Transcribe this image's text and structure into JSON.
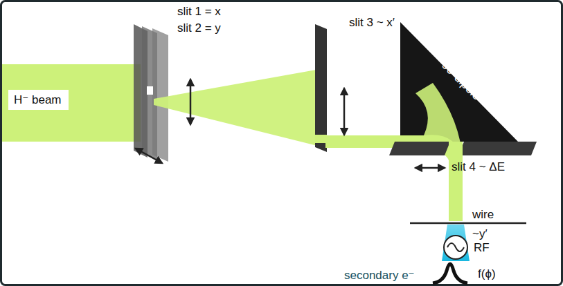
{
  "diagram": {
    "nodes": [
      {
        "text": [
          "H⁻ beam"
        ]
      }
    ],
    "labels": [
      "slit 1 = x",
      "slit 2 = y",
      "slit 3 ~ x′",
      "90°dipole",
      "slit 4 ~ ΔE",
      "wire",
      "~y′",
      "RF",
      "secondary e⁻",
      "f(ϕ)"
    ]
  }
}
